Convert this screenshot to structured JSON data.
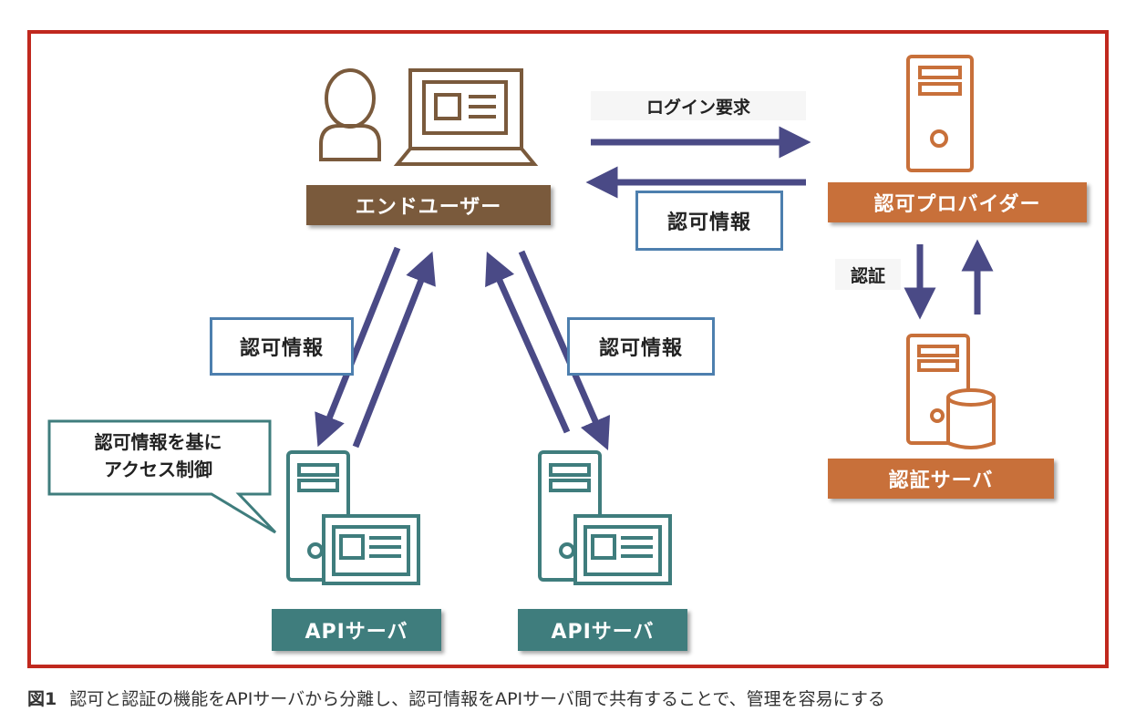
{
  "labels": {
    "end_user": "エンドユーザー",
    "auth_provider": "認可プロバイダー",
    "auth_server": "認証サーバ",
    "api_server_1": "APIサーバ",
    "api_server_2": "APIサーバ"
  },
  "edges": {
    "login_request": "ログイン要求",
    "authz_info_top": "認可情報",
    "authentication": "認証",
    "authz_info_left": "認可情報",
    "authz_info_right": "認可情報"
  },
  "callout": {
    "line1": "認可情報を基に",
    "line2": "アクセス制御"
  },
  "caption": {
    "figure_no": "図1",
    "text": "認可と認証の機能をAPIサーバから分離し、認可情報をAPIサーバ間で共有することで、管理を容易にする"
  },
  "colors": {
    "frame": "#c0281e",
    "end_user": "#7a5a3c",
    "provider": "#c8703a",
    "api": "#3f7d7d",
    "arrow": "#4a4a86",
    "box_border": "#4d7fae"
  }
}
